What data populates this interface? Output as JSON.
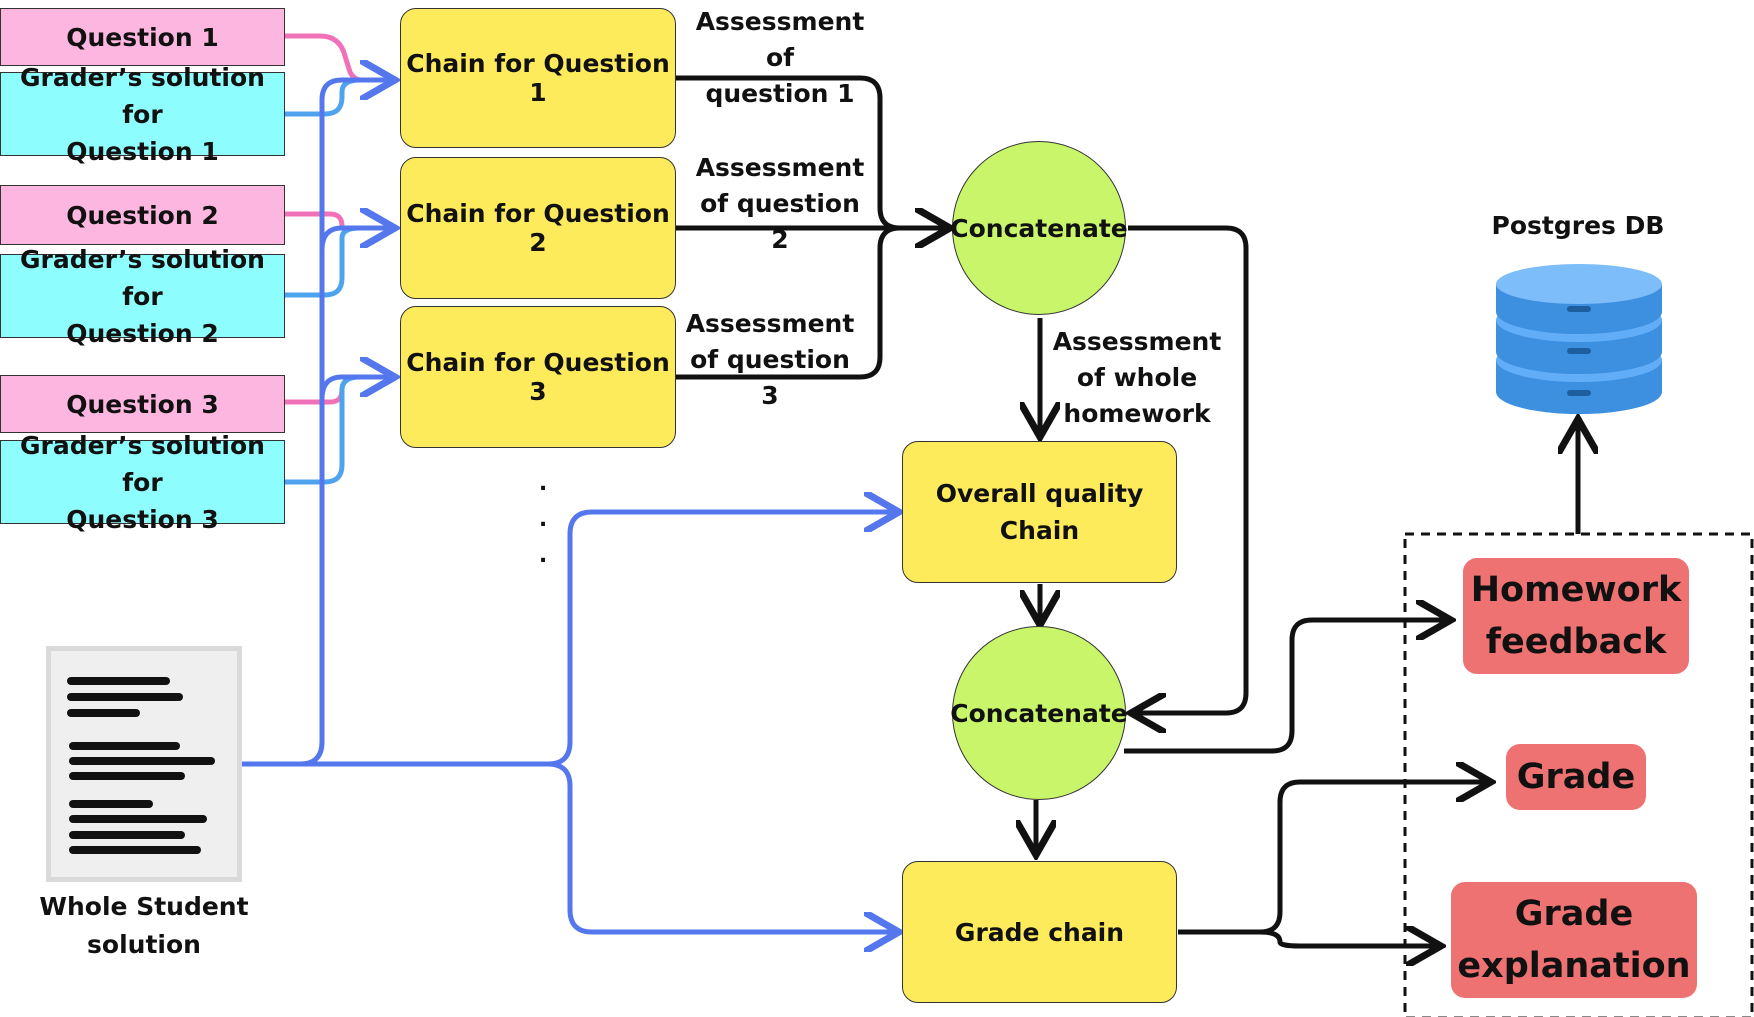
{
  "inputs": {
    "q1": "Question 1",
    "s1": "Grader’s solution for\nQuestion 1",
    "q2": "Question 2",
    "s2": "Grader’s solution for\nQuestion 2",
    "q3": "Question 3",
    "s3": "Grader’s solution for\nQuestion 3"
  },
  "chains": {
    "c1": "Chain for Question 1",
    "c2": "Chain for Question 2",
    "c3": "Chain for Question 3",
    "overall": "Overall quality\nChain",
    "grade": "Grade chain"
  },
  "concat": {
    "top": "Concatenate",
    "bottom": "Concatenate"
  },
  "labels": {
    "a1": "Assessment of\nquestion 1",
    "a2": "Assessment\nof question 2",
    "a3": "Assessment\nof question 3",
    "whole": "Assessment\nof whole\nhomework",
    "student": "Whole Student\nsolution",
    "db": "Postgres DB",
    "dots": ".\n.\n."
  },
  "outputs": {
    "feedback": "Homework\nfeedback",
    "grade": "Grade",
    "explanation": "Grade\nexplanation"
  },
  "colors": {
    "question": "#fdb6e0",
    "solution": "#8efdfd",
    "chain": "#fdeb5c",
    "concat": "#c9f56a",
    "output": "#ee7272",
    "blue_line": "#5577ee",
    "light_blue_line": "#4da3ee",
    "pink_line": "#f071b8",
    "db_blue": "#3d8fe0"
  },
  "icons": {
    "document": "document-icon",
    "database": "database-icon"
  }
}
